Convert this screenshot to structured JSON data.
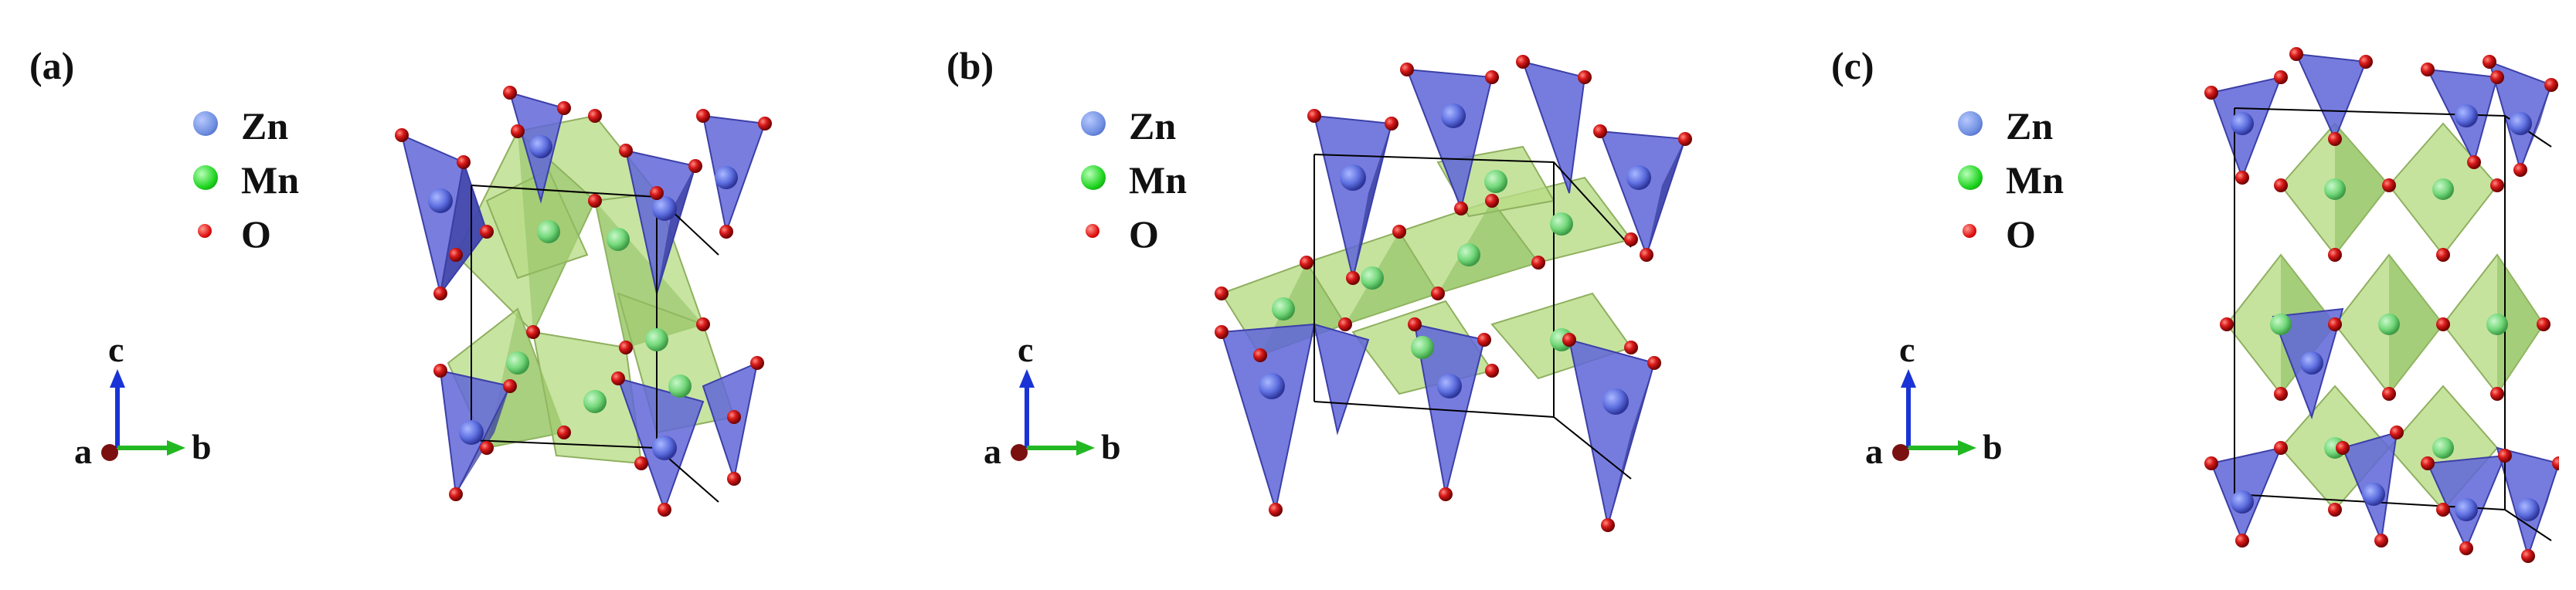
{
  "panels": [
    {
      "label": "(a)",
      "legend": [
        {
          "symbol": "Zn",
          "color": "#6f8fe0"
        },
        {
          "symbol": "Mn",
          "color": "#1ed41e"
        },
        {
          "symbol": "O",
          "color": "#e01010"
        }
      ],
      "axes": {
        "c": "c",
        "a": "a",
        "b": "b"
      }
    },
    {
      "label": "(b)",
      "legend": [
        {
          "symbol": "Zn",
          "color": "#6f8fe0"
        },
        {
          "symbol": "Mn",
          "color": "#1ed41e"
        },
        {
          "symbol": "O",
          "color": "#e01010"
        }
      ],
      "axes": {
        "c": "c",
        "a": "a",
        "b": "b"
      }
    },
    {
      "label": "(c)",
      "legend": [
        {
          "symbol": "Zn",
          "color": "#6f8fe0"
        },
        {
          "symbol": "Mn",
          "color": "#1ed41e"
        },
        {
          "symbol": "O",
          "color": "#e01010"
        }
      ],
      "axes": {
        "c": "c",
        "a": "a",
        "b": "b"
      }
    }
  ],
  "colors": {
    "zn_tetrahedra": "#5b62d6",
    "mn_octahedra": "#b8dc86",
    "oxygen": "#d81a1a",
    "axis_c": "#1a33d6",
    "axis_b": "#22b822",
    "axis_a": "#7a1010"
  }
}
